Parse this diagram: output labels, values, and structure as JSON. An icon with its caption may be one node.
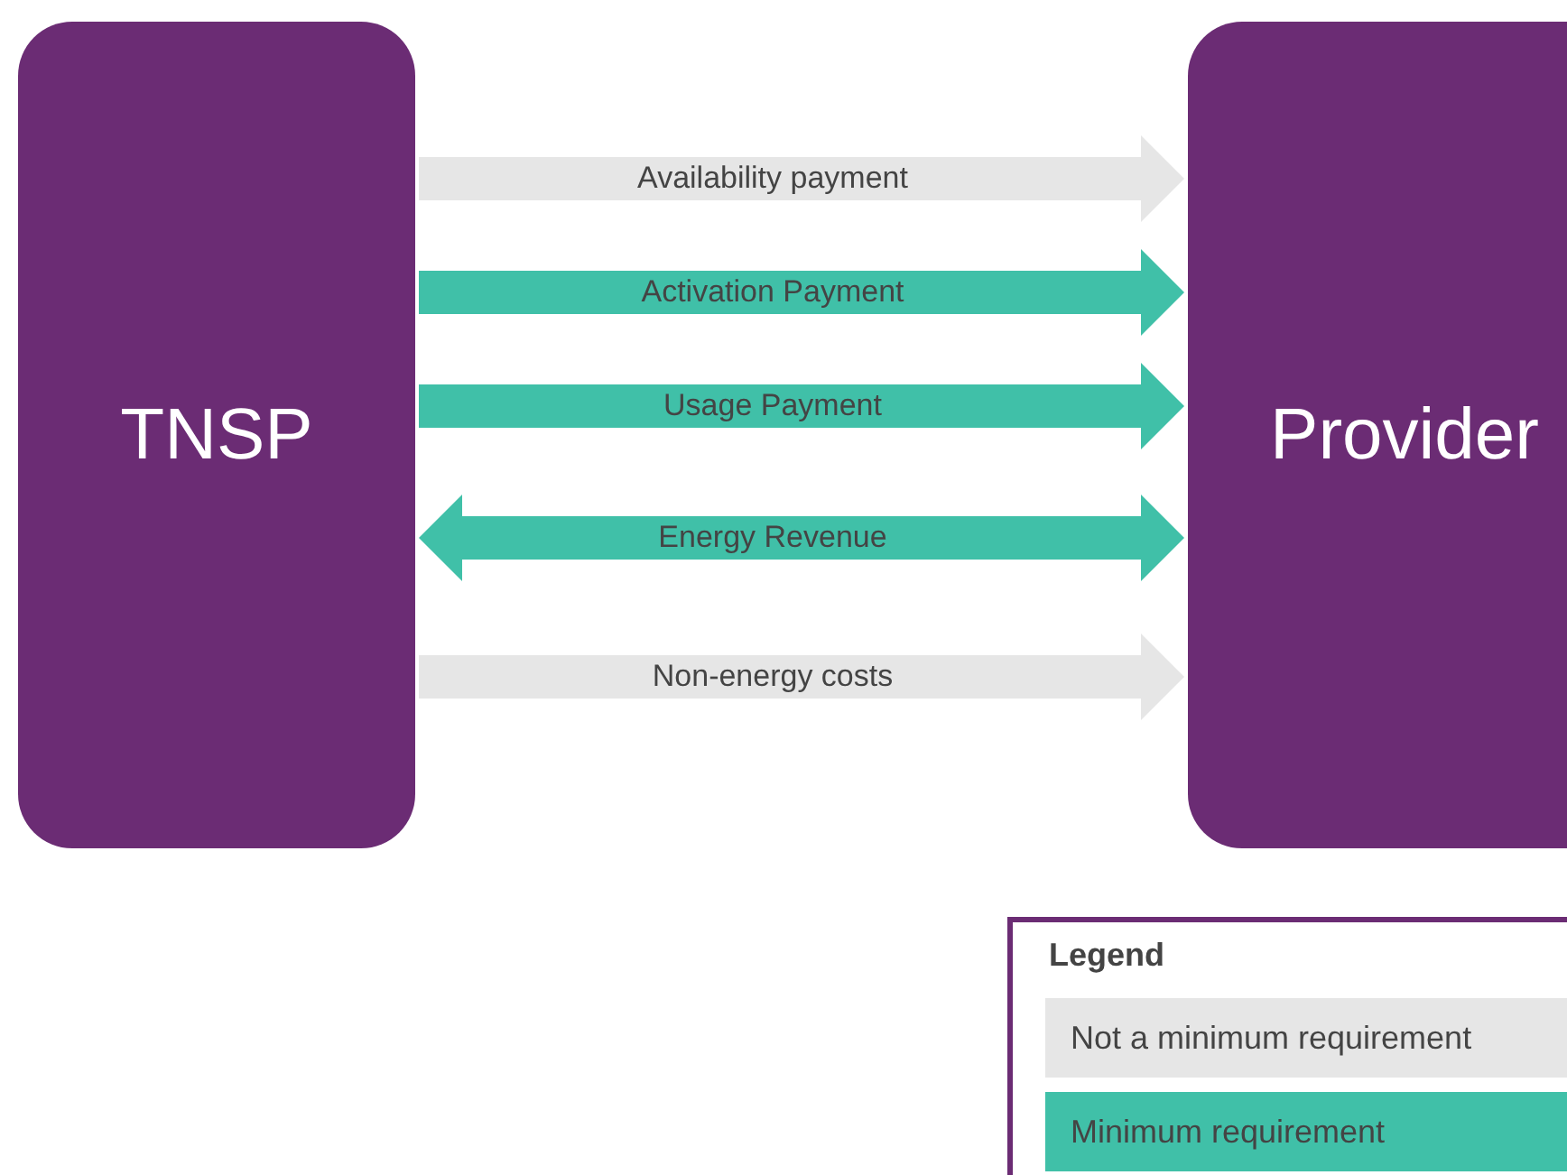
{
  "diagram": {
    "nodes": [
      {
        "text": [
          "TNSP"
        ]
      },
      {
        "text": [
          "Provider"
        ]
      }
    ],
    "edges": [
      {
        "from": 0,
        "to": 1,
        "arrow": "to",
        "label": "Availability payment",
        "color": "#e6e6e6"
      },
      {
        "from": 0,
        "to": 1,
        "arrow": "to",
        "label": "Activation Payment"
      },
      {
        "from": 0,
        "to": 1,
        "arrow": "to",
        "label": "Usage Payment"
      },
      {
        "from": 0,
        "to": 1,
        "arrow": "both",
        "label": "Energy Revenue"
      },
      {
        "from": 0,
        "to": 1,
        "arrow": "to",
        "label": "Non-energy costs",
        "color": "#e6e6e6"
      }
    ],
    "labels": [
      "Legend"
    ],
    "legend": [
      {
        "text": "Not a minimum requirement",
        "color": "#e6e6e6"
      },
      {
        "text": "Minimum requirement",
        "color": "#40c0a8"
      }
    ]
  }
}
